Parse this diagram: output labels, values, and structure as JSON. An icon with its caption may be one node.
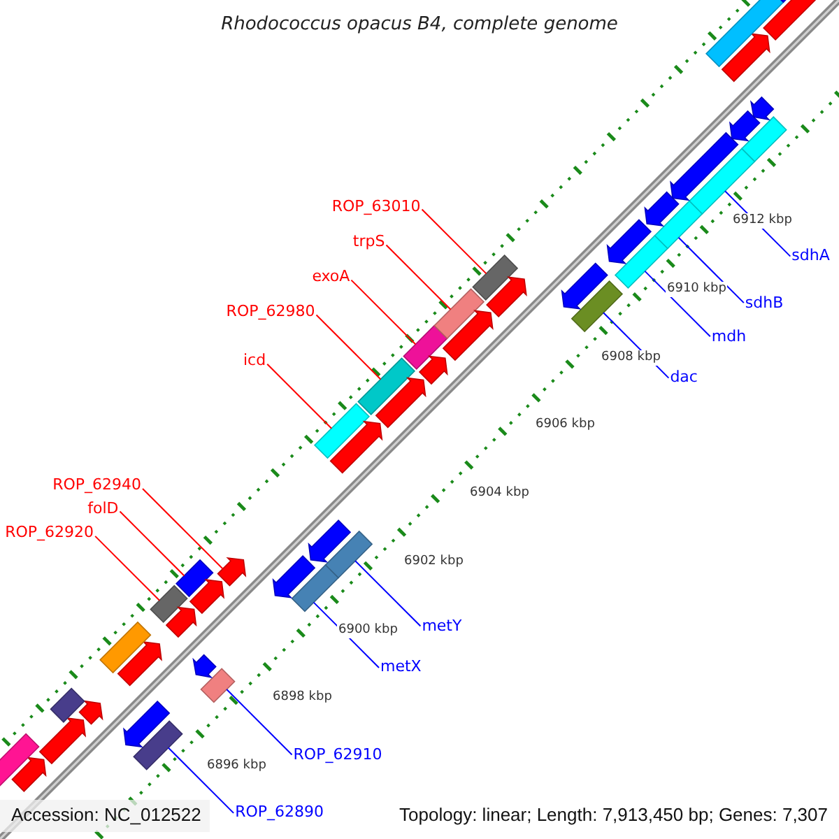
{
  "diagram": {
    "title": "Rhodococcus opacus B4, complete genome",
    "nodes": [
      {
        "text": [
          "ROP_63010"
        ]
      },
      {
        "text": [
          "trpS"
        ]
      },
      {
        "text": [
          "sdhA"
        ]
      },
      {
        "text": [
          "exoA"
        ]
      },
      {
        "text": [
          "sdhB"
        ]
      },
      {
        "text": [
          "ROP_62980"
        ]
      },
      {
        "text": [
          "mdh"
        ]
      },
      {
        "text": [
          "icd"
        ]
      },
      {
        "text": [
          "dac"
        ]
      },
      {
        "text": [
          "ROP_62940"
        ]
      },
      {
        "text": [
          "folD"
        ]
      },
      {
        "text": [
          "ROP_62920"
        ]
      },
      {
        "text": [
          "metY"
        ]
      },
      {
        "text": [
          "metX"
        ]
      },
      {
        "text": [
          "ROP_62910"
        ]
      },
      {
        "text": [
          "ROP_62890"
        ]
      },
      {
        "text": [],
        "shape": "box"
      },
      {
        "text": [],
        "shape": "box"
      },
      {
        "text": [],
        "shape": "box"
      },
      {
        "text": [],
        "shape": "box"
      },
      {
        "text": [],
        "shape": "pentagon"
      },
      {
        "text": [],
        "shape": "box"
      },
      {
        "text": [],
        "shape": "box"
      },
      {
        "text": [],
        "shape": "box"
      },
      {
        "text": [],
        "shape": "box"
      },
      {
        "text": [],
        "shape": "box"
      },
      {
        "text": [],
        "shape": "box"
      },
      {
        "text": [],
        "shape": "box"
      },
      {
        "text": [],
        "shape": "box"
      },
      {
        "text": [],
        "shape": "box"
      },
      {
        "text": [],
        "shape": "box"
      },
      {
        "text": [],
        "shape": "box"
      },
      {
        "text": [],
        "shape": "box"
      },
      {
        "text": [],
        "shape": "pentagon"
      },
      {
        "text": [],
        "shape": "pentagon"
      },
      {
        "text": [],
        "shape": "pentagon"
      },
      {
        "text": [],
        "shape": "pentagon"
      },
      {
        "text": [],
        "shape": "pentagon"
      },
      {
        "text": [],
        "shape": "pentagon"
      },
      {
        "text": [],
        "shape": "pentagon"
      },
      {
        "text": [],
        "shape": "pentagon"
      },
      {
        "text": [],
        "shape": "pentagon"
      },
      {
        "text": [],
        "shape": "pentagon"
      },
      {
        "text": [],
        "shape": "pentagon"
      },
      {
        "text": [],
        "shape": "pentagon"
      },
      {
        "text": [],
        "shape": "pentagon"
      },
      {
        "text": [],
        "shape": "box"
      },
      {
        "text": [],
        "shape": "box"
      },
      {
        "text": [],
        "shape": "box"
      },
      {
        "text": [],
        "shape": "box"
      },
      {
        "text": [],
        "shape": "box"
      },
      {
        "text": [],
        "shape": "pentagon"
      },
      {
        "text": [],
        "shape": "pentagon"
      },
      {
        "text": [],
        "shape": "pentagon"
      },
      {
        "text": [],
        "shape": "pentagon"
      },
      {
        "text": [],
        "shape": "pentagon"
      },
      {
        "text": [],
        "shape": "pentagon"
      },
      {
        "text": [],
        "shape": "pentagon"
      },
      {
        "text": [],
        "shape": "pentagon"
      },
      {
        "text": [],
        "shape": "pentagon"
      },
      {
        "text": [],
        "shape": "pentagon"
      }
    ],
    "edges": [
      {
        "from": 0,
        "to": 27,
        "arrow": "none",
        "color": "#ff0000"
      },
      {
        "from": 1,
        "to": 26,
        "arrow": "none",
        "color": "#ff0000"
      },
      {
        "from": 2,
        "to": 31,
        "arrow": "none",
        "color": "#0000ff"
      },
      {
        "from": 3,
        "to": 25,
        "arrow": "none",
        "color": "#ff0000"
      },
      {
        "from": 4,
        "to": 30,
        "arrow": "none",
        "color": "#0000ff"
      },
      {
        "from": 5,
        "to": 24,
        "arrow": "none",
        "color": "#ff0000"
      },
      {
        "from": 6,
        "to": 29,
        "arrow": "none",
        "color": "#0000ff"
      },
      {
        "from": 7,
        "to": 23,
        "arrow": "none",
        "color": "#ff0000"
      },
      {
        "from": 8,
        "to": 28,
        "arrow": "none",
        "color": "#0000ff"
      },
      {
        "from": 9,
        "to": 20,
        "arrow": "none",
        "color": "#ff0000"
      },
      {
        "from": 10,
        "to": 19,
        "arrow": "none",
        "color": "#ff0000"
      },
      {
        "from": 11,
        "to": 18,
        "arrow": "none",
        "color": "#ff0000"
      },
      {
        "from": 12,
        "to": 22,
        "arrow": "none",
        "color": "#0000ff"
      },
      {
        "from": 13,
        "to": 21,
        "arrow": "none",
        "color": "#0000ff"
      },
      {
        "from": 14,
        "to": 17,
        "arrow": "none",
        "color": "#0000ff"
      },
      {
        "from": 15,
        "to": 16,
        "arrow": "none",
        "color": "#0000ff"
      }
    ],
    "labels": [
      "6912 kbp",
      "6910 kbp",
      "6908 kbp",
      "6906 kbp",
      "6904 kbp",
      "6902 kbp",
      "6900 kbp",
      "6898 kbp",
      "6896 kbp",
      "Accession: NC_012522",
      "Topology: linear; Length: 7,913,450 bp; Genes: 7,307"
    ]
  }
}
